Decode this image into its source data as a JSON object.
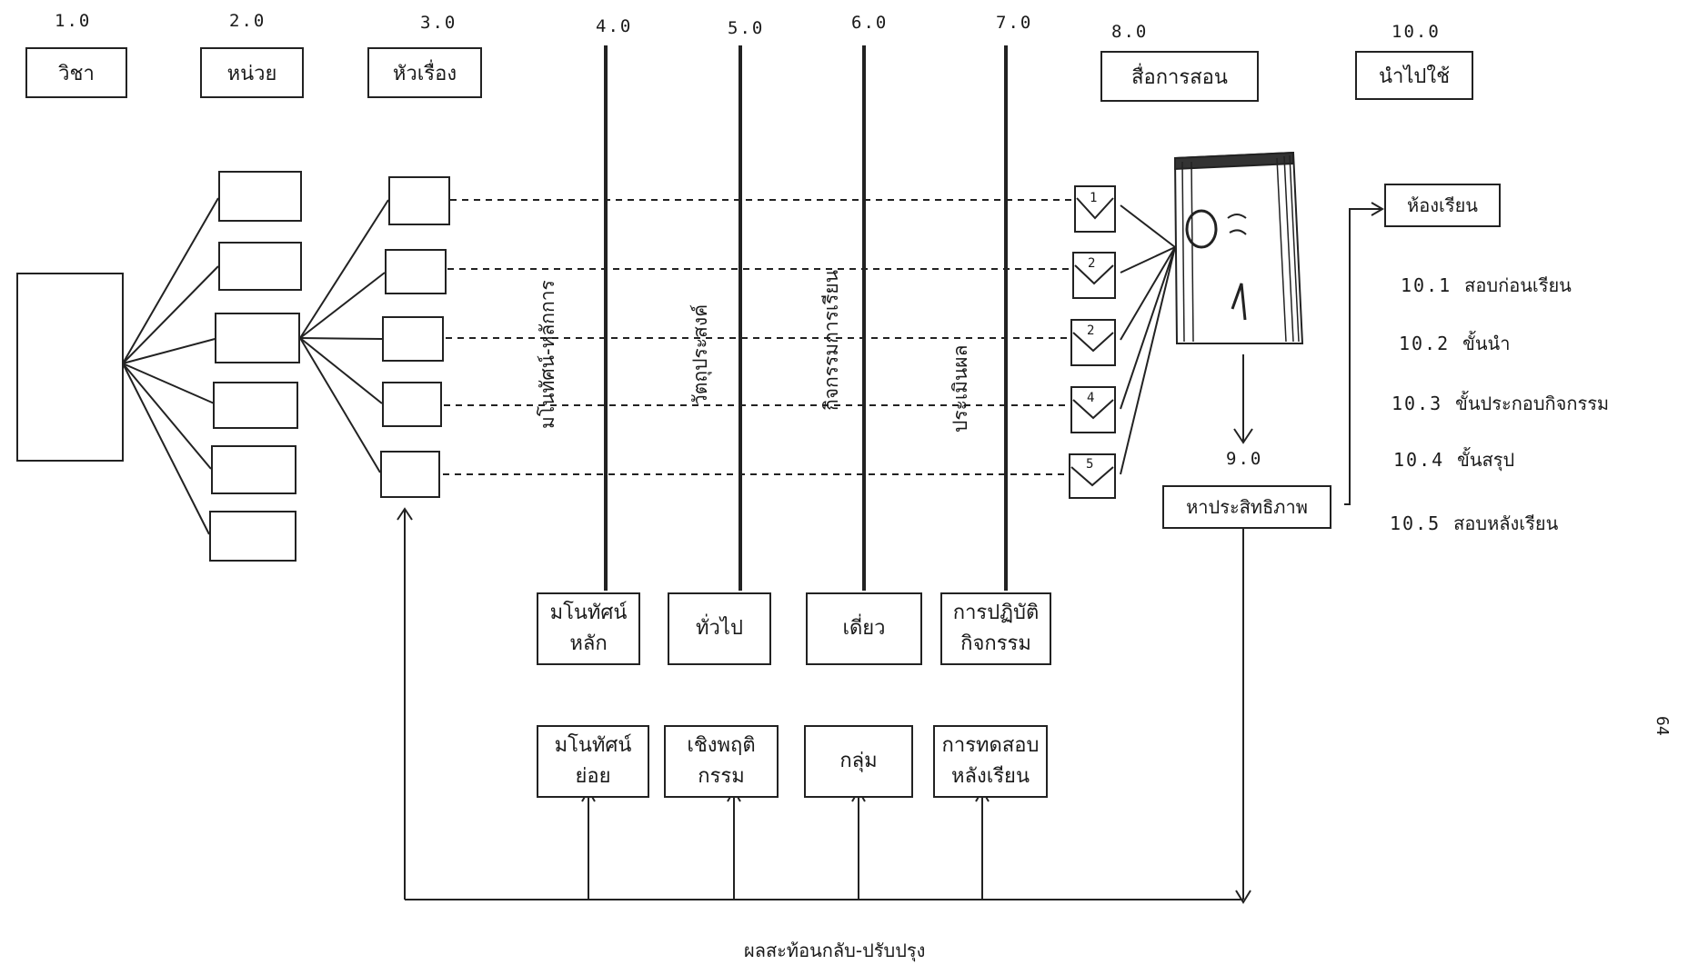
{
  "columns": [
    {
      "number": "1.0",
      "heading": "วิชา"
    },
    {
      "number": "2.0",
      "heading": "หน่วย"
    },
    {
      "number": "3.0",
      "heading": "หัวเรื่อง"
    },
    {
      "number": "4.0",
      "vertical_label": "มโนทัศน์-หลักการ"
    },
    {
      "number": "5.0",
      "vertical_label": "วัตถุประสงค์"
    },
    {
      "number": "6.0",
      "vertical_label": "กิจกรรมการเรียน"
    },
    {
      "number": "7.0",
      "vertical_label": "ประเมินผล"
    },
    {
      "number": "8.0",
      "heading": "สื่อการสอน"
    },
    {
      "number": "10.0",
      "heading": "นำไปใช้"
    }
  ],
  "bottom_boxes": [
    {
      "top": [
        "มโนทัศน์",
        "หลัก"
      ],
      "bottom": [
        "มโนทัศน์",
        "ย่อย"
      ]
    },
    {
      "top": [
        "ทั่วไป"
      ],
      "bottom": [
        "เชิงพฤติ",
        "กรรม"
      ]
    },
    {
      "top": [
        "เดี่ยว"
      ],
      "bottom": [
        "กลุ่ม"
      ]
    },
    {
      "top": [
        "การปฏิบัติ",
        "กิจกรรม"
      ],
      "bottom": [
        "การทดสอบ",
        "หลังเรียน"
      ]
    }
  ],
  "evaluation": {
    "number": "9.0",
    "label": "หาประสิทธิภาพ"
  },
  "classroom": {
    "label": "ห้องเรียน"
  },
  "usage_steps": [
    {
      "number": "10.1",
      "label": "สอบก่อนเรียน"
    },
    {
      "number": "10.2",
      "label": "ขั้นนำ"
    },
    {
      "number": "10.3",
      "label": "ขั้นประกอบกิจกรรม"
    },
    {
      "number": "10.4",
      "label": "ขั้นสรุป"
    },
    {
      "number": "10.5",
      "label": "สอบหลังเรียน"
    }
  ],
  "envelope_numbers": [
    "1",
    "2",
    "2",
    "4",
    "5"
  ],
  "feedback_label": "ผลสะท้อนกลับ-ปรับปรุง",
  "page_number": "64",
  "colors": {
    "ink": "#1a1a1a",
    "background": "#ffffff"
  }
}
